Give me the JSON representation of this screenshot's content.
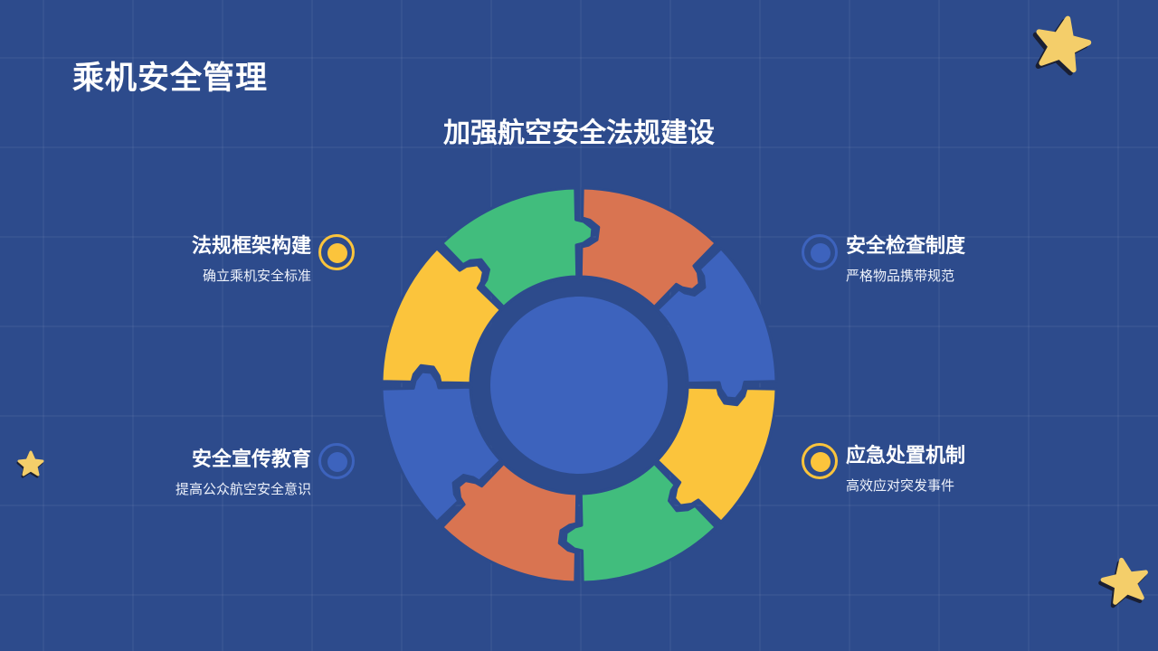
{
  "title": "乘机安全管理",
  "subtitle": "加强航空安全法规建设",
  "items": [
    {
      "heading": "法规框架构建",
      "desc": "确立乘机安全标准",
      "color": "#fbc43c"
    },
    {
      "heading": "安全宣传教育",
      "desc": "提高公众航空安全意识",
      "color": "#3d63bd"
    },
    {
      "heading": "安全检查制度",
      "desc": "严格物品携带规范",
      "color": "#3d63bd"
    },
    {
      "heading": "应急处置机制",
      "desc": "高效应对突发事件",
      "color": "#fbc43c"
    }
  ],
  "colors": {
    "background": "#2d4b8c",
    "green": "#41bd7d",
    "orange": "#d97451",
    "blue": "#3d63bd",
    "yellow": "#fbc43c"
  },
  "wheel": {
    "segment_colors": [
      "#d97451",
      "#3d63bd",
      "#fbc43c",
      "#41bd7d",
      "#d97451",
      "#3d63bd",
      "#fbc43c",
      "#41bd7d"
    ]
  }
}
